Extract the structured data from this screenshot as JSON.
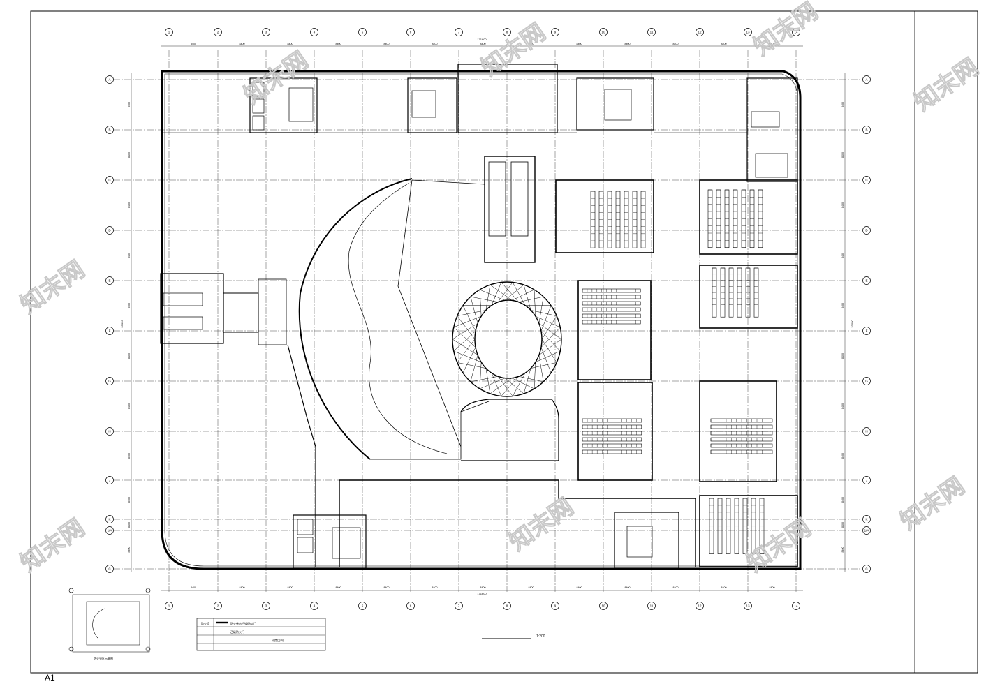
{
  "sheet": {
    "size_label": "A1",
    "scale": "1:200",
    "total_dim_top": "171600",
    "total_dim_bottom": "171600",
    "total_dim_left": "33000",
    "total_dim_right": "33000"
  },
  "axes": {
    "columns": [
      "1",
      "2",
      "3",
      "4",
      "5",
      "6",
      "7",
      "8",
      "9",
      "10",
      "11",
      "12",
      "13",
      "14"
    ],
    "rows": [
      "A",
      "B",
      "C",
      "D",
      "E",
      "F",
      "G",
      "H",
      "J",
      "K",
      "1/A",
      "C",
      "F"
    ]
  },
  "dims": {
    "top_segments": [
      "8400",
      "8400",
      "8400",
      "8400",
      "8400",
      "8400",
      "8400",
      "8400",
      "8400",
      "8400",
      "8400",
      "8400",
      "8400"
    ],
    "left_segments": [
      "8400",
      "8400",
      "8400",
      "8400",
      "8400",
      "8400",
      "8400",
      "8400",
      "8400",
      "8400",
      "8400",
      "8400"
    ]
  },
  "legend": {
    "row1": "防火墙",
    "row2": "防火卷帘 甲级防火门",
    "row3": "乙级防火门",
    "row4": "疏散方向"
  },
  "keyplan_caption": "防火分区示意图",
  "watermark": "知末网"
}
